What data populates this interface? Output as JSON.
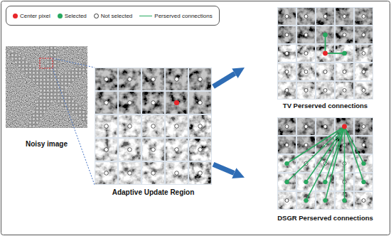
{
  "diagram": {
    "nodes": [
      {
        "text": [
          "Noisy image"
        ]
      },
      {
        "text": [
          "Adaptive Update Region"
        ]
      },
      {
        "text": [
          "TV Perserved connections"
        ]
      },
      {
        "text": [
          "DSGR Perserved connections"
        ]
      }
    ],
    "edges": [
      {
        "from": 1,
        "to": 2,
        "arrow": "to"
      },
      {
        "from": 1,
        "to": 3,
        "arrow": "to"
      }
    ],
    "legend": [
      {
        "text": "Center pixel",
        "color": "#e8262a"
      },
      {
        "text": "Selected",
        "color": "#27a85f"
      },
      {
        "text": "Not selected"
      },
      {
        "text": "Perserved connections"
      }
    ]
  }
}
